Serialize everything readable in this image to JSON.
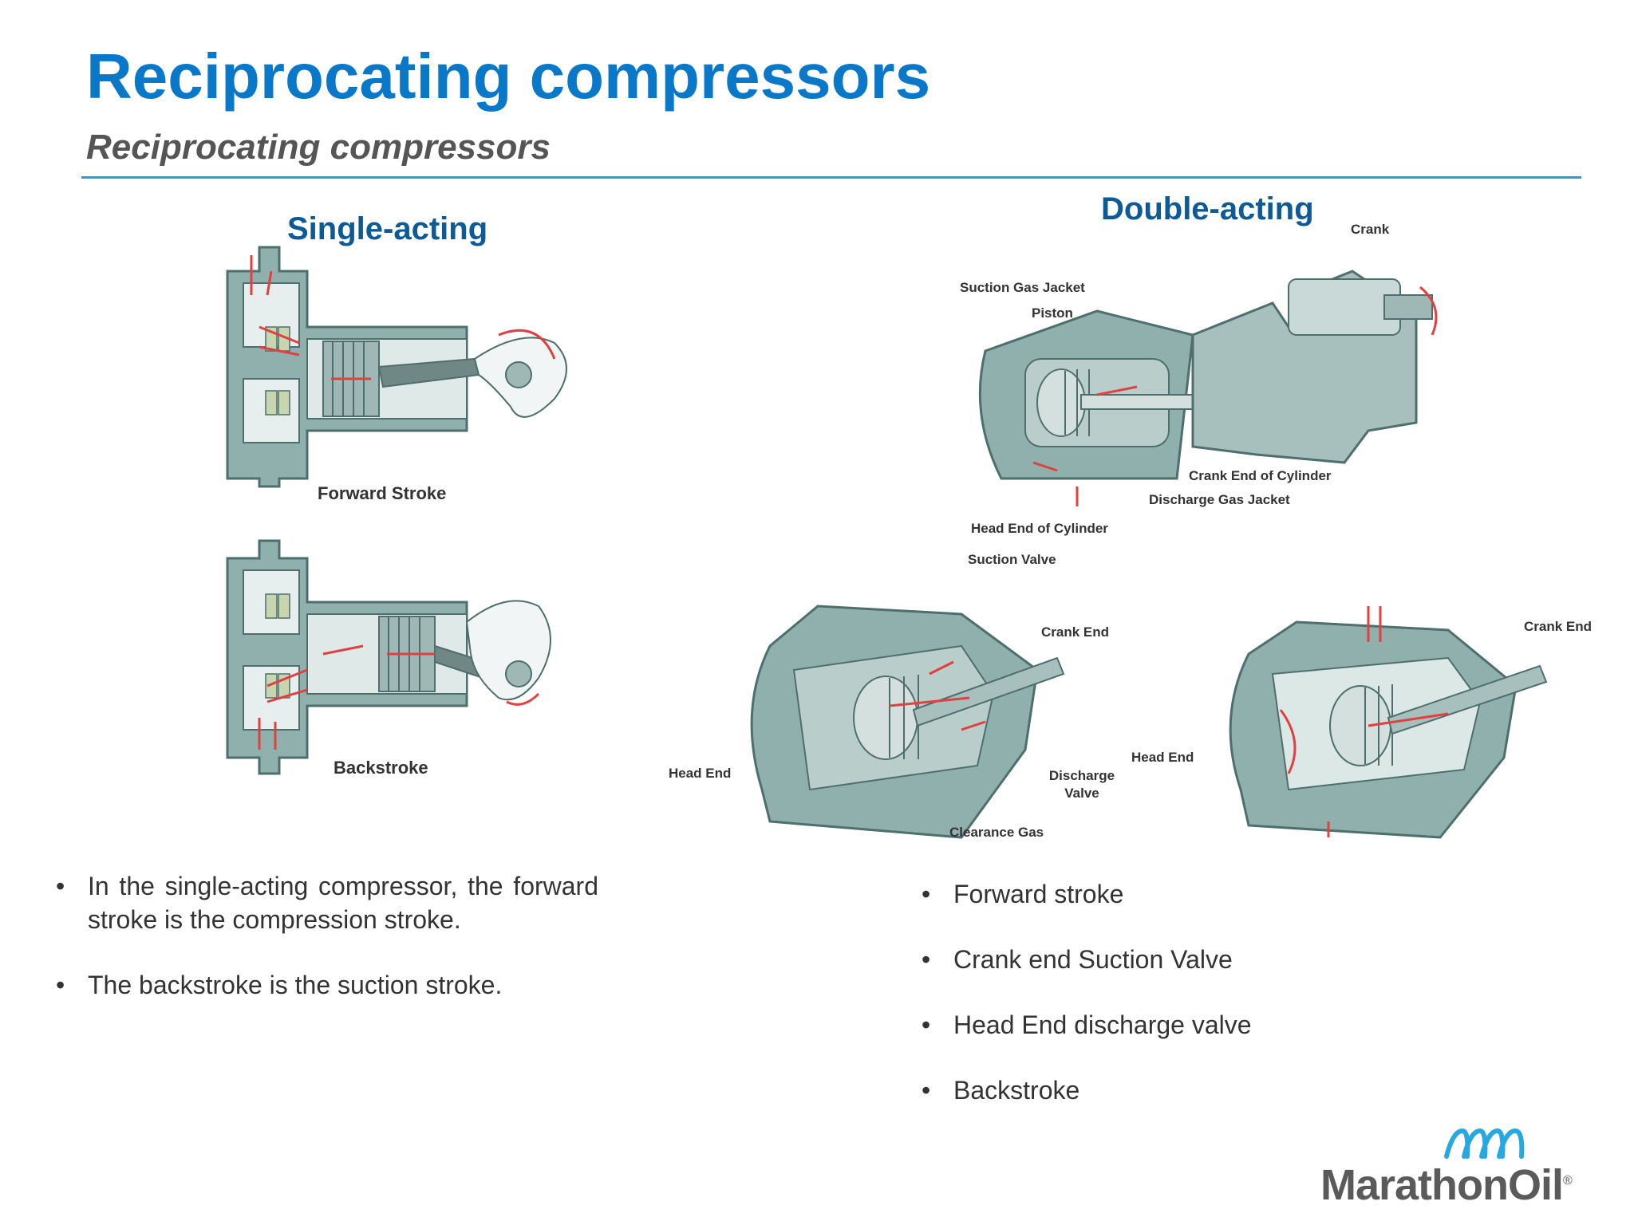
{
  "header": {
    "title": "Reciprocating compressors",
    "subtitle": "Reciprocating compressors"
  },
  "single_acting": {
    "heading": "Single-acting",
    "forward_caption": "Forward Stroke",
    "back_caption": "Backstroke"
  },
  "double_acting": {
    "heading": "Double-acting",
    "labels": {
      "crank": "Crank",
      "suction_gas_jacket": "Suction Gas Jacket",
      "piston": "Piston",
      "crank_end_of_cylinder": "Crank End of Cylinder",
      "discharge_gas_jacket": "Discharge Gas Jacket",
      "head_end_of_cylinder": "Head End of Cylinder",
      "suction_valve": "Suction Valve",
      "crank_end_1": "Crank End",
      "head_end_1": "Head End",
      "discharge_valve": "Discharge Valve",
      "clearance_gas": "Clearance Gas",
      "crank_end_2": "Crank End",
      "head_end_2": "Head End"
    }
  },
  "left_bullets": [
    "In the single-acting compressor, the forward stroke is the compression stroke.",
    "The backstroke is the suction stroke."
  ],
  "right_bullets": [
    "Forward stroke",
    "Crank end Suction Valve",
    "Head End discharge valve",
    "Backstroke"
  ],
  "logo": {
    "text": "MarathonOil",
    "mark": "®"
  },
  "colors": {
    "title": "#0a78c8",
    "heading": "#0d5a96",
    "rule": "#1ea1dc",
    "machine": "#8fb0ad",
    "machine_dark": "#4e6f6c",
    "arrow": "#e0403f",
    "logo_text": "#5a5a5a"
  }
}
